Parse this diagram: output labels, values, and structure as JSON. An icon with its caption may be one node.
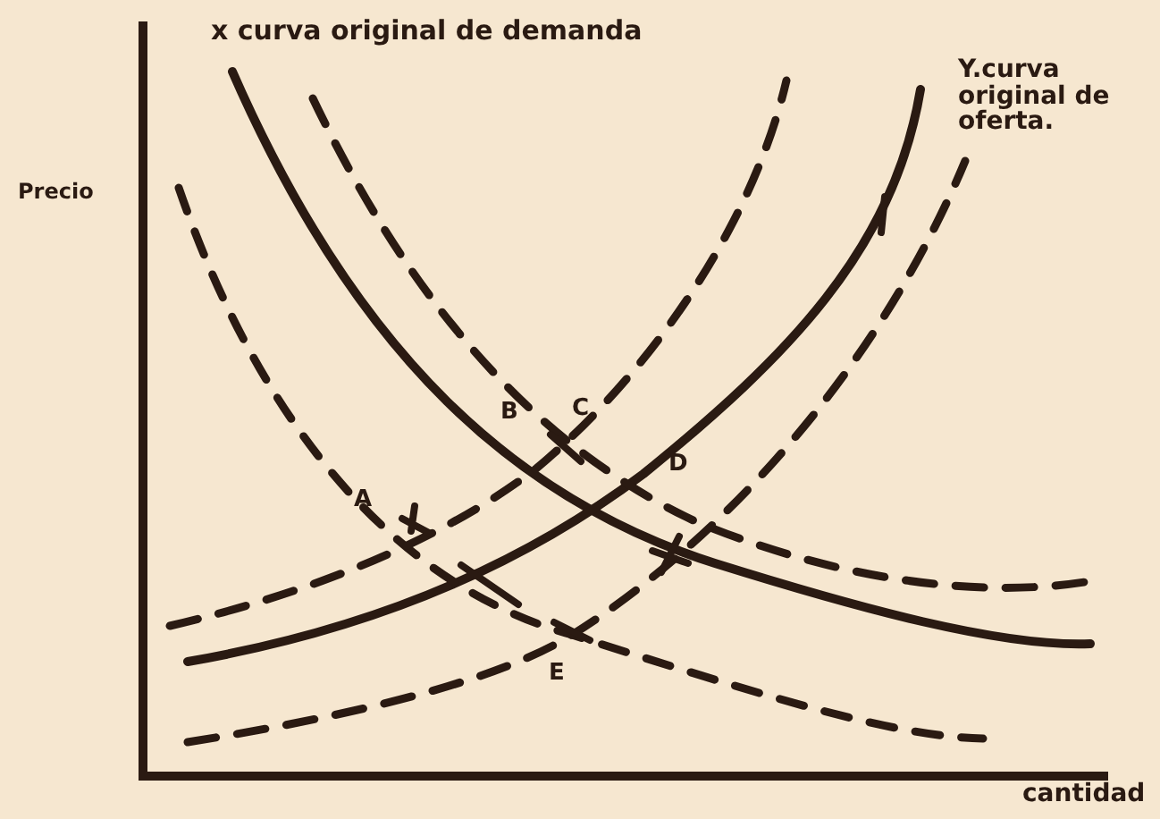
{
  "diagram": {
    "labels": [
      "x curva original de demanda",
      "Y.curva original de oferta.",
      "Precio",
      "B",
      "C",
      "A",
      "D",
      "E",
      "cantidad"
    ]
  }
}
